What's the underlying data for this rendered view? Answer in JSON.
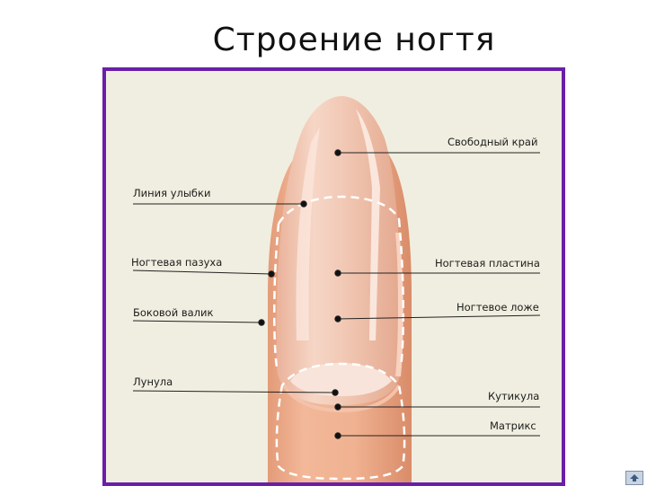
{
  "title": "Строение ногтя",
  "labels": {
    "free_edge": "Свободный край",
    "smile_line": "Линия улыбки",
    "nail_sinus": "Ногтевая пазуха",
    "nail_plate": "Ногтевая пластина",
    "lateral_fold": "Боковой валик",
    "nail_bed": "Ногтевое ложе",
    "lunula": "Лунула",
    "cuticle": "Кутикула",
    "matrix": "Матрикс"
  },
  "colors": {
    "frame_border": "#6a1fa8",
    "frame_bg": "#f0eee0",
    "skin": "#e8a784",
    "nail": "#f2cdbb"
  },
  "icons": {
    "nav": "home-arrow-icon"
  }
}
